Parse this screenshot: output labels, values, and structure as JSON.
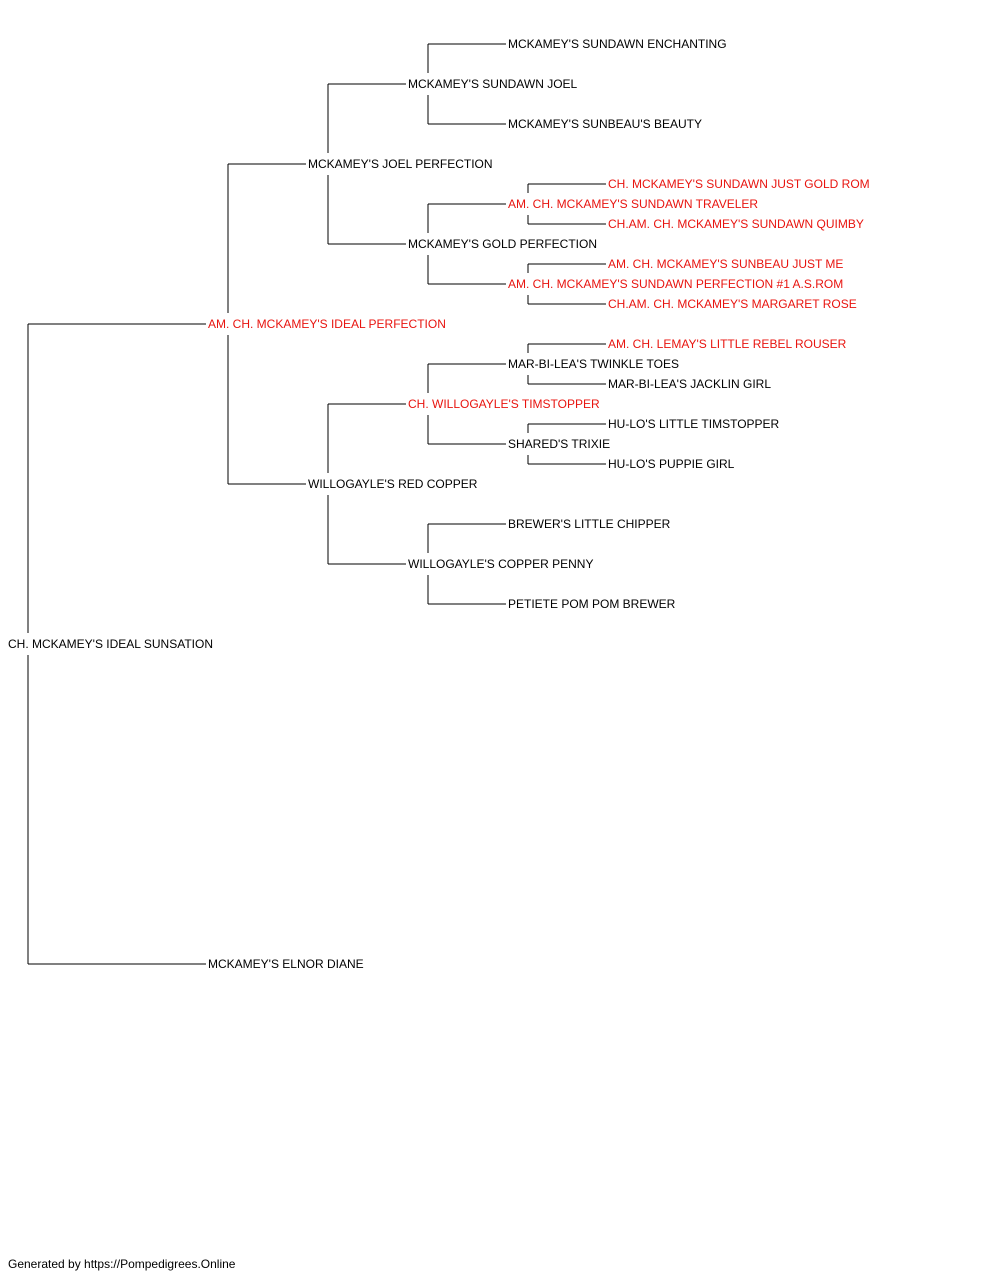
{
  "colors": {
    "line": "#000000",
    "text": "#000000",
    "champion": "#e8140f",
    "background": "#ffffff"
  },
  "dog": {
    "name": "CH. MCKAMEY'S IDEAL SUNSATION",
    "champion": false,
    "sire": {
      "name": "AM. CH. MCKAMEY'S IDEAL PERFECTION",
      "champion": true,
      "sire": {
        "name": "MCKAMEY'S JOEL PERFECTION",
        "champion": false,
        "sire": {
          "name": "MCKAMEY'S SUNDAWN JOEL",
          "champion": false,
          "sire": {
            "name": "MCKAMEY'S SUNDAWN ENCHANTING",
            "champion": false
          },
          "dam": {
            "name": "MCKAMEY'S SUNBEAU'S BEAUTY",
            "champion": false
          }
        },
        "dam": {
          "name": "MCKAMEY'S GOLD PERFECTION",
          "champion": false,
          "sire": {
            "name": "AM. CH. MCKAMEY'S SUNDAWN TRAVELER",
            "champion": true,
            "sire": {
              "name": "CH. MCKAMEY'S SUNDAWN JUST GOLD ROM",
              "champion": true
            },
            "dam": {
              "name": "CH.AM. CH. MCKAMEY'S SUNDAWN QUIMBY",
              "champion": true
            }
          },
          "dam": {
            "name": "AM. CH. MCKAMEY'S SUNDAWN PERFECTION #1 A.S.ROM",
            "champion": true,
            "sire": {
              "name": "AM. CH. MCKAMEY'S SUNBEAU JUST ME",
              "champion": true
            },
            "dam": {
              "name": "CH.AM. CH. MCKAMEY'S MARGARET ROSE",
              "champion": true
            }
          }
        }
      },
      "dam": {
        "name": "WILLOGAYLE'S RED COPPER",
        "champion": false,
        "sire": {
          "name": "CH. WILLOGAYLE'S TIMSTOPPER",
          "champion": true,
          "sire": {
            "name": "MAR-BI-LEA'S TWINKLE TOES",
            "champion": false,
            "sire": {
              "name": "AM. CH. LEMAY'S LITTLE REBEL ROUSER",
              "champion": true
            },
            "dam": {
              "name": "MAR-BI-LEA'S JACKLIN GIRL",
              "champion": false
            }
          },
          "dam": {
            "name": "SHARED'S TRIXIE",
            "champion": false,
            "sire": {
              "name": "HU-LO'S LITTLE TIMSTOPPER",
              "champion": false
            },
            "dam": {
              "name": "HU-LO'S PUPPIE GIRL",
              "champion": false
            }
          }
        },
        "dam": {
          "name": "WILLOGAYLE'S COPPER PENNY",
          "champion": false,
          "sire": {
            "name": "BREWER'S LITTLE CHIPPER",
            "champion": false
          },
          "dam": {
            "name": "PETIETE POM POM BREWER",
            "champion": false
          }
        }
      }
    },
    "dam": {
      "name": "MCKAMEY'S ELNOR DIANE",
      "champion": false
    }
  },
  "footer": "Generated by https://Pompedigrees.Online"
}
